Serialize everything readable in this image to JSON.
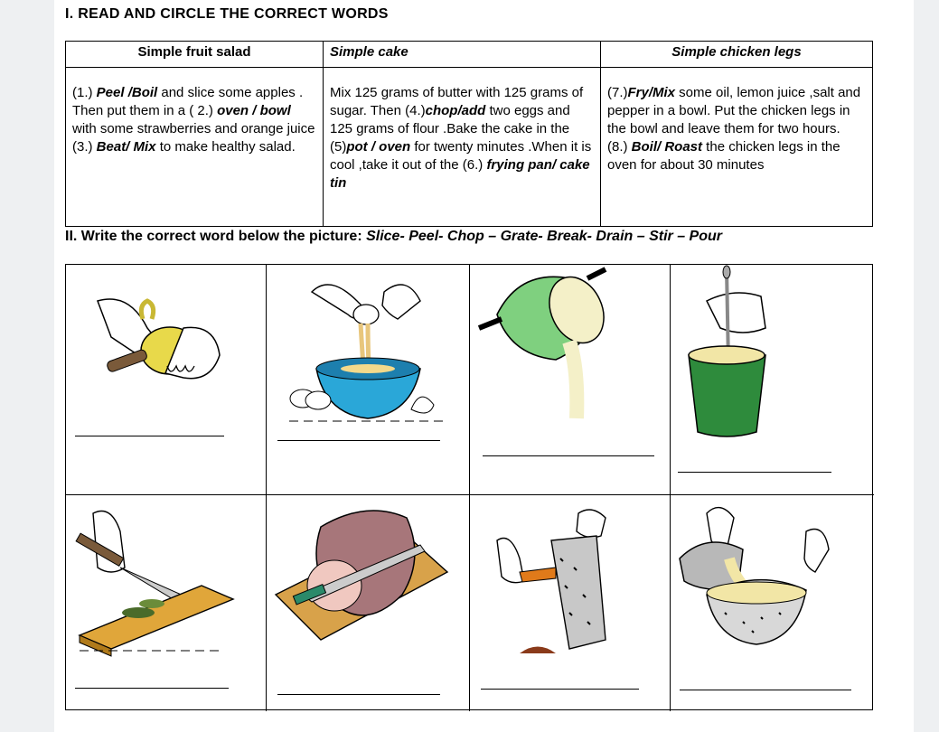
{
  "part1": {
    "heading": "I. READ AND  CIRCLE  THE CORRECT  WORDS",
    "columns": [
      {
        "title": "Simple  fruit  salad",
        "segments": [
          {
            "t": "(1.) ",
            "b": false
          },
          {
            "t": "Peel /Boil",
            "b": true
          },
          {
            "t": " and  slice some apples . Then put  them in a ( 2.) ",
            "b": false
          },
          {
            "t": "oven / bowl",
            "b": true
          },
          {
            "t": " with  some strawberries and  orange  juice  (3.) ",
            "b": false
          },
          {
            "t": "Beat/ Mix",
            "b": true
          },
          {
            "t": "  to make  healthy salad.",
            "b": false
          }
        ]
      },
      {
        "title": "Simple  cake",
        "segments": [
          {
            "t": "Mix  125  grams of butter with  125 grams of  sugar. Then (4.)",
            "b": false
          },
          {
            "t": "chop/add",
            "b": true
          },
          {
            "t": " two  eggs and  125  grams  of  flour .Bake  the cake  in the (5)",
            "b": false
          },
          {
            "t": "pot / oven",
            "b": true
          },
          {
            "t": " for  twenty minutes .When it is cool ,take it out  of the (6.) ",
            "b": false
          },
          {
            "t": "frying  pan/ cake tin",
            "b": true
          }
        ]
      },
      {
        "title": "Simple chicken legs",
        "segments": [
          {
            "t": "(7.)",
            "b": false
          },
          {
            "t": "Fry/Mix",
            "b": true
          },
          {
            "t": " some oil, lemon juice ,salt and pepper in a bowl. Put the chicken legs in the bowl and leave them for two hours.\n(8.) ",
            "b": false
          },
          {
            "t": "Boil/ Roast",
            "b": true
          },
          {
            "t": " the chicken legs in the oven for about  30 minutes",
            "b": false
          }
        ]
      }
    ]
  },
  "part2": {
    "heading": "II. Write  the correct  word  below the picture: ",
    "words": "Slice- Peel- Chop – Grate- Break- Drain – Stir – Pour"
  },
  "pictures": [
    {
      "icon": "peeling-apple-icon"
    },
    {
      "icon": "breaking-egg-icon"
    },
    {
      "icon": "pouring-pot-icon"
    },
    {
      "icon": "stirring-cup-icon"
    },
    {
      "icon": "chopping-herbs-icon"
    },
    {
      "icon": "slicing-meat-icon"
    },
    {
      "icon": "grating-carrot-icon"
    },
    {
      "icon": "draining-pasta-icon"
    }
  ]
}
